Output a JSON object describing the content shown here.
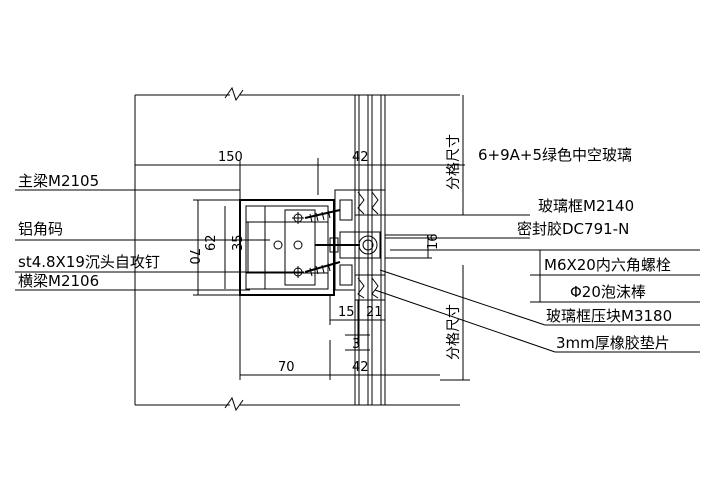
{
  "dimensions": {
    "d150": "150",
    "d42_top": "42",
    "d70_vert": "70",
    "d62": "62",
    "d35": "35",
    "d16": "16",
    "d15": "15",
    "d21": "21",
    "d3": "3",
    "d70_bottom": "70",
    "d42_bottom": "42"
  },
  "labels_left": {
    "main_beam": "主梁M2105",
    "aluminum_corner": "铝角码",
    "screw": "st4.8X19沉头自攻钉",
    "transom": "横梁M2106"
  },
  "labels_right": {
    "glass": "6+9A+5绿色中空玻璃",
    "glass_frame": "玻璃框M2140",
    "sealant": "密封胶DC791-N",
    "bolt": "M6X20内六角螺栓",
    "foam_rod": "Φ20泡沫棒",
    "frame_clamp": "玻璃框压块M3180",
    "rubber_pad": "3mm厚橡胶垫片"
  },
  "vertical_labels": {
    "division_top": "分格尺寸",
    "division_bottom": "分格尺寸"
  }
}
